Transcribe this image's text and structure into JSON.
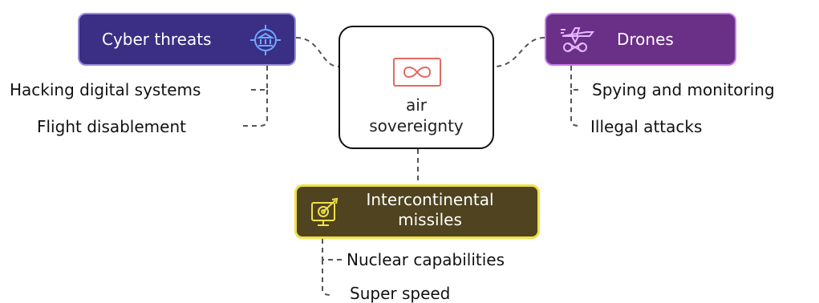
{
  "center": {
    "label_line1": "air",
    "label_line2": "sovereignty",
    "icon": "infinity-icon",
    "accent_color": "#e26a63"
  },
  "branches": {
    "cyber": {
      "label": "Cyber threats",
      "icon": "globe-bank-icon",
      "color": "#3a2f85",
      "leaves": [
        "Hacking digital systems",
        "Flight disablement"
      ]
    },
    "drones": {
      "label": "Drones",
      "icon": "drone-icon",
      "color": "#6a2f87",
      "leaves": [
        "Spying and monitoring",
        "Illegal attacks"
      ]
    },
    "missiles": {
      "label_line1": "Intercontinental",
      "label_line2": "missiles",
      "icon": "missile-target-icon",
      "color": "#4f4320",
      "leaves": [
        "Nuclear capabilities",
        "Super speed"
      ]
    }
  }
}
